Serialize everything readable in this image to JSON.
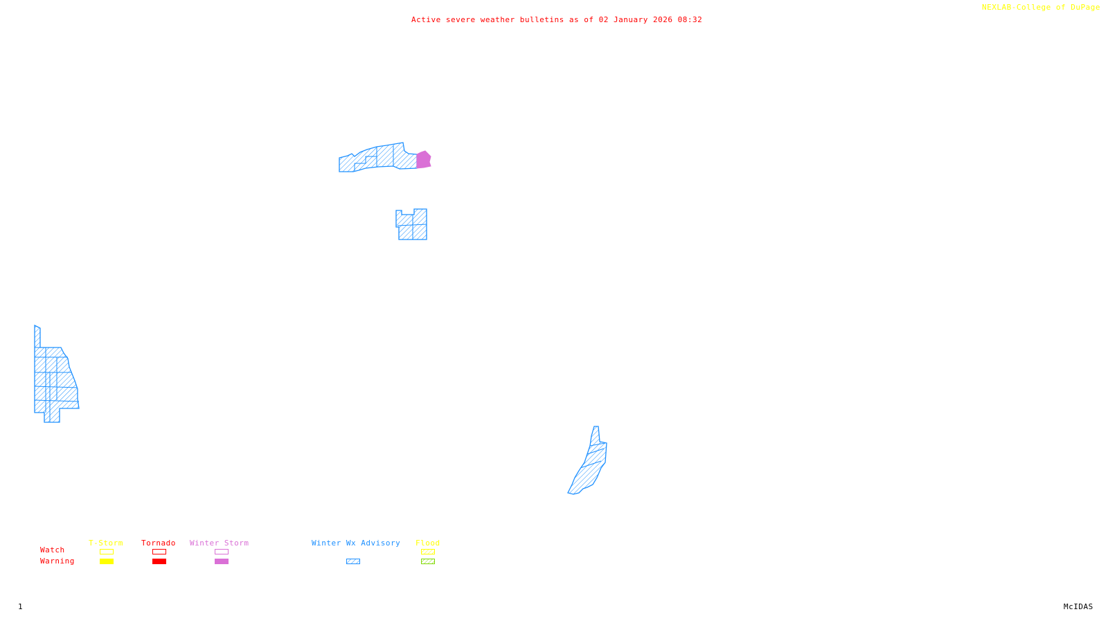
{
  "header": {
    "title": "Active severe weather bulletins as of 02 January 2026 08:32",
    "credit": "NEXLAB-College of DuPage"
  },
  "footer": {
    "frame_number": "1",
    "software": "McIDAS"
  },
  "colors": {
    "title": "#ff0000",
    "credit": "#ffff00",
    "tstorm": "#ffff00",
    "tornado": "#ff0000",
    "winter_storm": "#da70d6",
    "winter_wx_advisory": "#1e90ff",
    "flood_watch": "#ffff00",
    "flood_warning": "#7fd800"
  },
  "legend": {
    "row_labels": {
      "watch": "Watch",
      "warning": "Warning"
    },
    "categories": [
      {
        "name": "T-Storm",
        "watch": "outline",
        "warning": "solid"
      },
      {
        "name": "Tornado",
        "watch": "outline",
        "warning": "solid"
      },
      {
        "name": "Winter Storm",
        "watch": "outline",
        "warning": "solid"
      },
      {
        "name": "Winter Wx Advisory",
        "watch": "none",
        "warning": "hatched"
      },
      {
        "name": "Flood",
        "watch": "hatched",
        "warning": "hatched"
      }
    ]
  },
  "active_areas": [
    {
      "region": "northern-strip",
      "type": "Winter Wx Advisory"
    },
    {
      "region": "northern-strip-east",
      "type": "Winter Storm Warning"
    },
    {
      "region": "central-block",
      "type": "Winter Wx Advisory"
    },
    {
      "region": "west-edge",
      "type": "Winter Wx Advisory"
    },
    {
      "region": "southeast-ridge",
      "type": "Winter Wx Advisory"
    }
  ]
}
